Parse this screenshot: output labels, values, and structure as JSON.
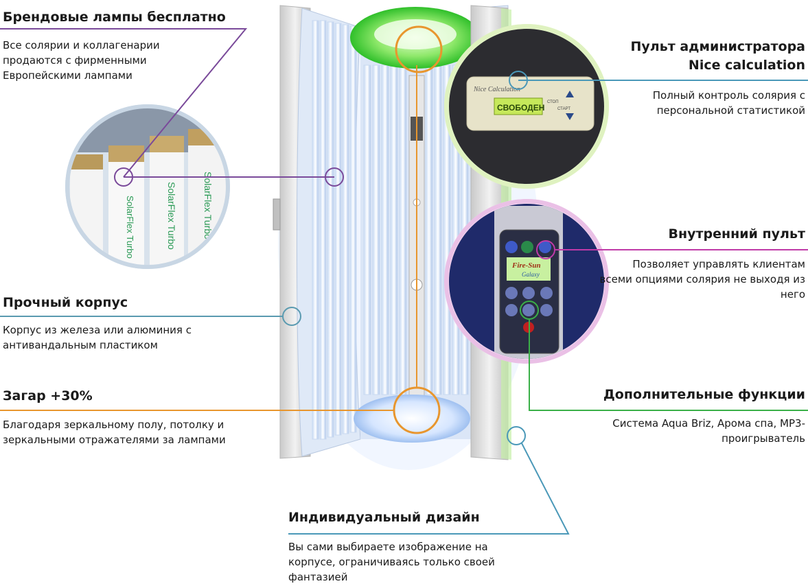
{
  "callouts": {
    "lamps": {
      "title": "Брендовые лампы бесплатно",
      "text": "Все солярии и коллагенарии продаются с фирменными Европейскими лампами",
      "color": "#7a4a9a"
    },
    "body": {
      "title": "Прочный корпус",
      "text": "Корпус из железа или алюминия с антивандальным пластиком",
      "color": "#5a9ab0"
    },
    "tan": {
      "title": "Загар +30%",
      "text": "Благодаря зеркальному полу, потолку и зеркальными отражателями за лампами",
      "color": "#e8962e"
    },
    "admin": {
      "title_line1": "Пульт администратора",
      "title_line2": "Nice calculation",
      "text": "Полный контроль солярия с персональной статистикой",
      "color": "#4a98b8"
    },
    "inner": {
      "title": "Внутренний пульт",
      "text": "Позволяет управлять клиентам всеми опциями солярия не выходя из него",
      "color": "#c03aa8"
    },
    "extra": {
      "title": "Дополнительные функции",
      "text": "Система Aqua Briz, Арома спа, MP3-проигрыватель",
      "color": "#3ab048"
    },
    "design": {
      "title": "Индивидуальный дизайн",
      "text": "Вы сами выбираете изображение на корпусе, ограничиваясь только своей фантазией",
      "color": "#4a98b8"
    }
  },
  "admin_panel": {
    "brand": "Nice Calculation",
    "display": "СВОБОДЕН",
    "btn_stop": "СТОП",
    "btn_start": "СТАРТ"
  },
  "inner_panel": {
    "logo_line1": "Fire-Sun",
    "logo_line2": "Galaxy"
  },
  "lamp_label": "SolarFlex Turbo"
}
